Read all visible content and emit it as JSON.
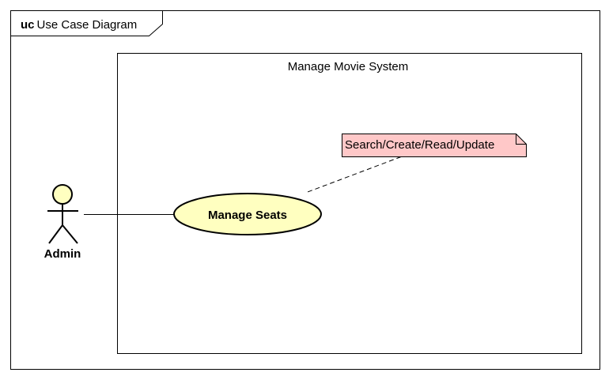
{
  "frame": {
    "keyword": "uc",
    "title": "Use Case Diagram"
  },
  "system": {
    "name": "Manage Movie System"
  },
  "actor": {
    "name": "Admin",
    "fill": "#ffffc0"
  },
  "use_case": {
    "name": "Manage Seats",
    "fill": "#ffffc0"
  },
  "note": {
    "text": "Search/Create/Read/Update",
    "fill": "#ffc8c8"
  }
}
